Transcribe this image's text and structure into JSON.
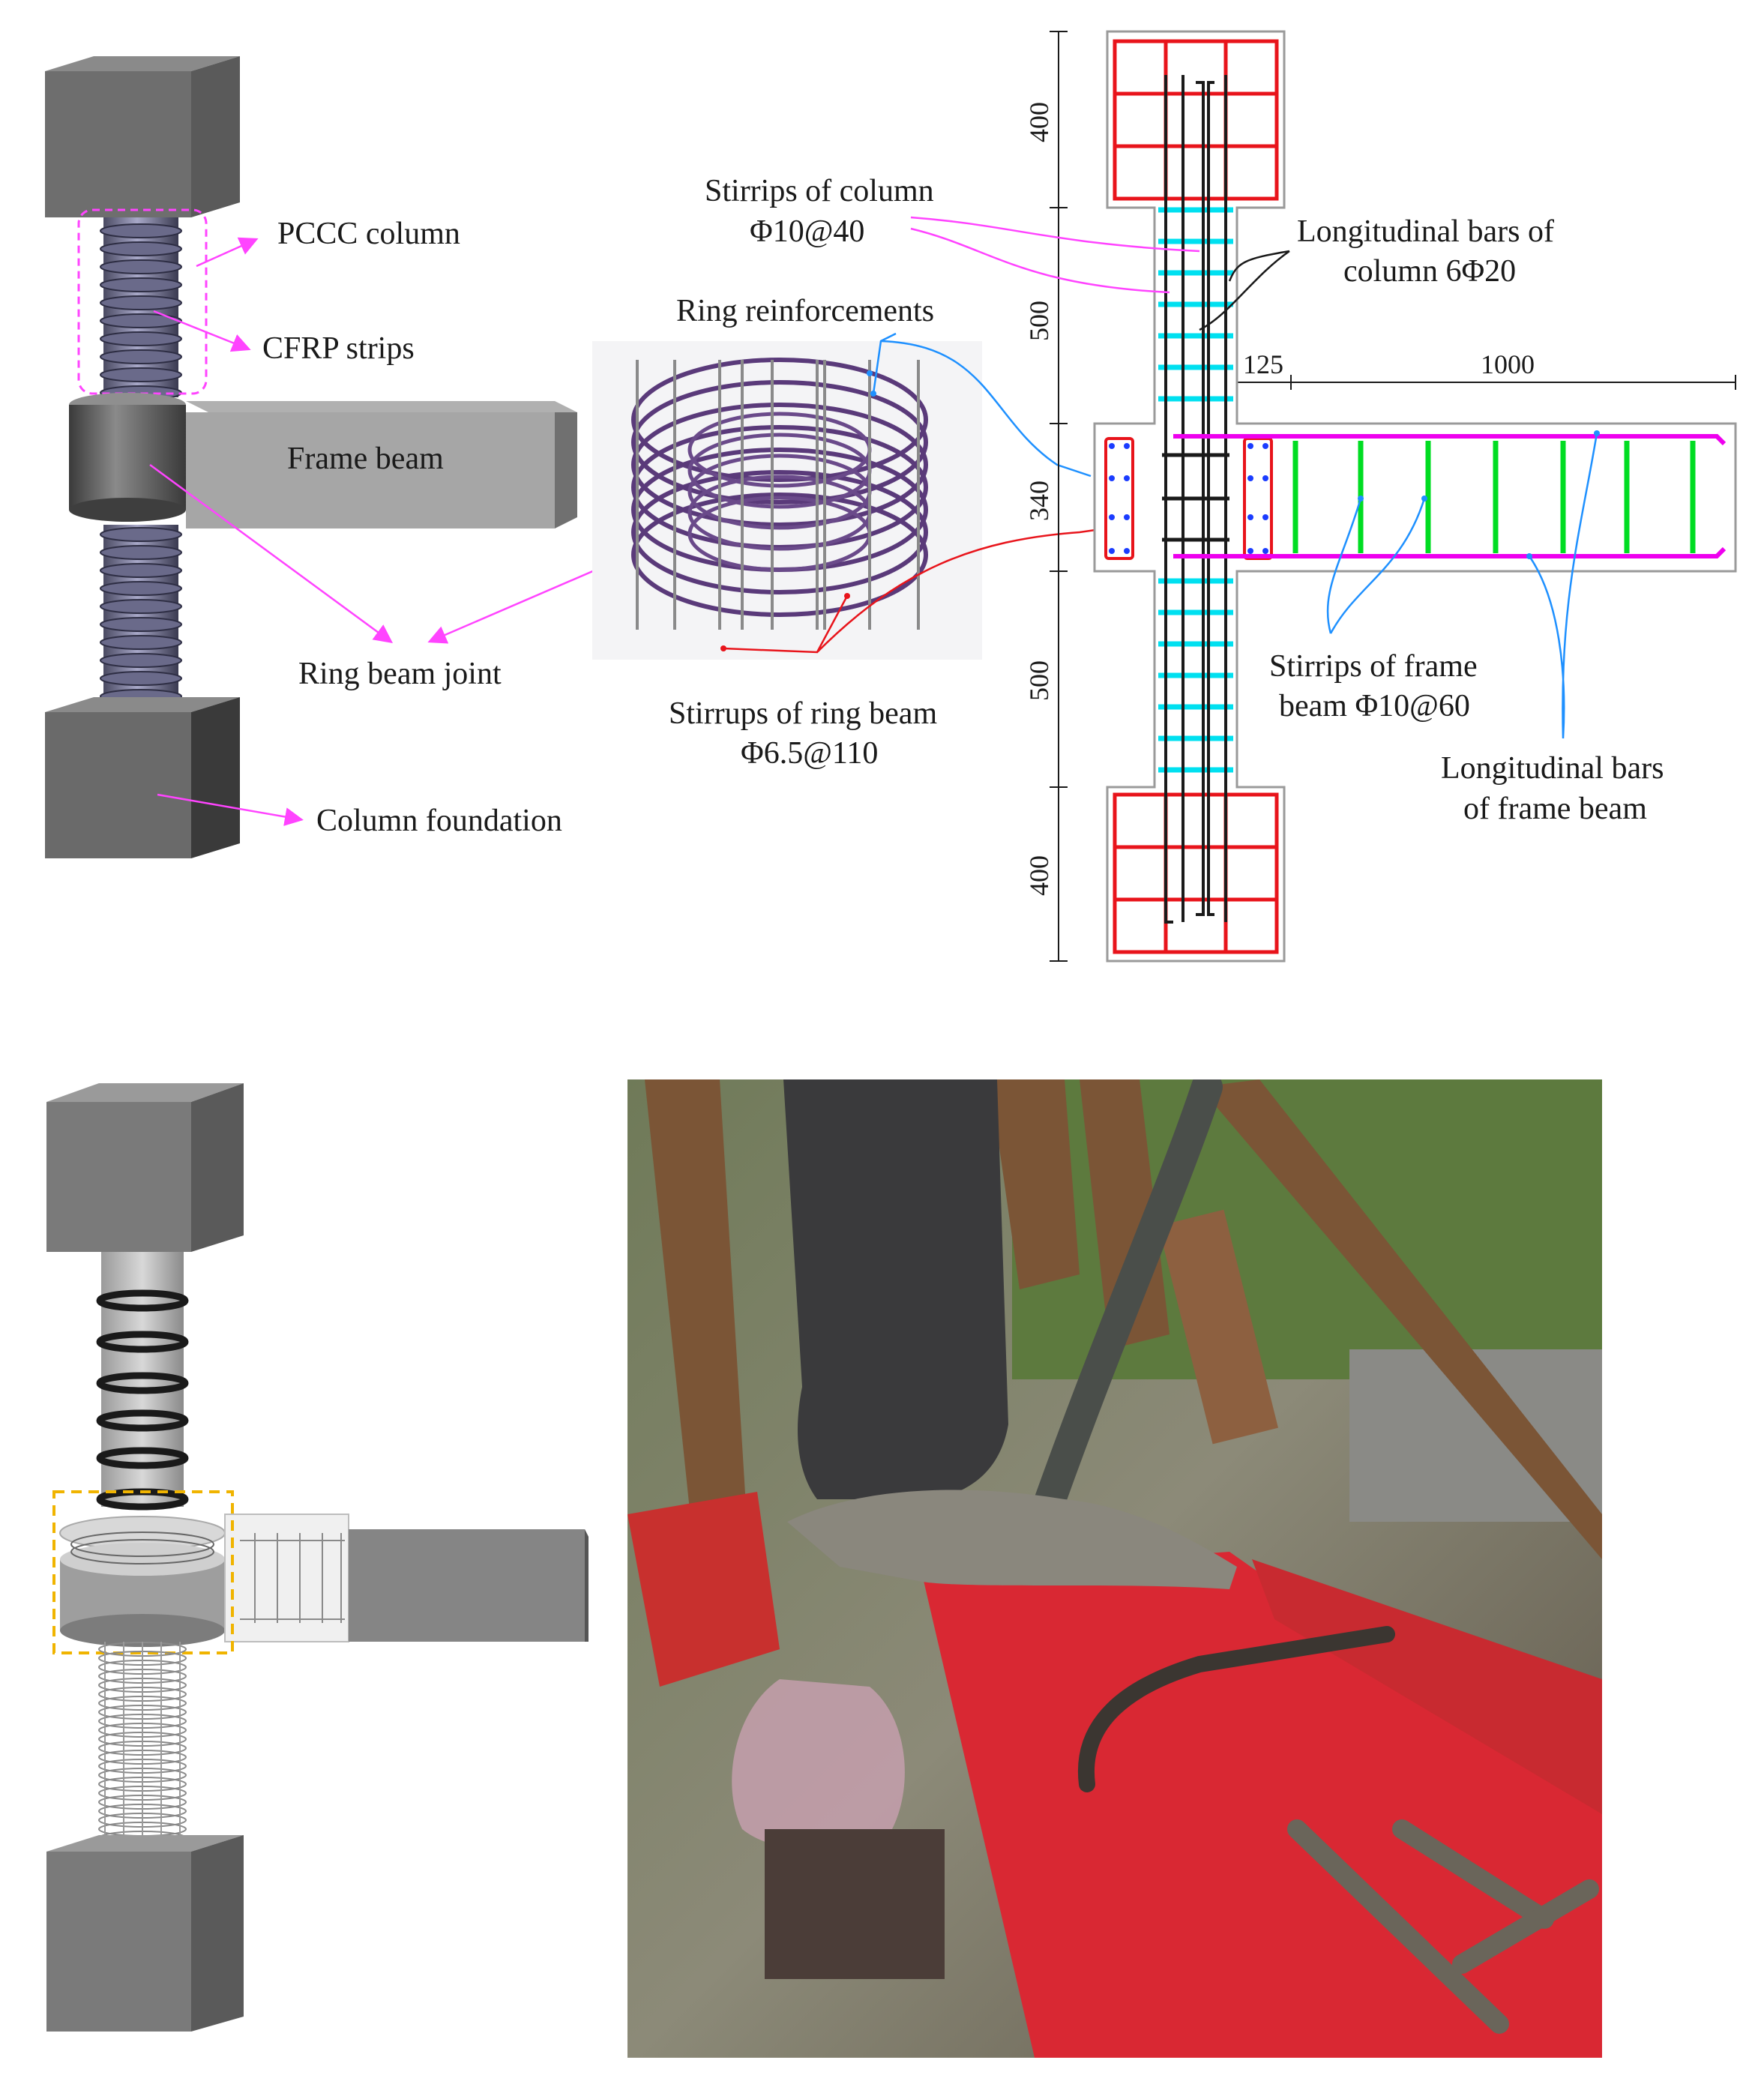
{
  "panel_a": {
    "labels": {
      "pccc_column": "PCCC column",
      "cfrp_strips": "CFRP strips",
      "frame_beam": "Frame beam",
      "ring_beam_joint": "Ring beam joint",
      "column_foundation": "Column foundation"
    }
  },
  "panel_b": {
    "labels": {
      "ring_reinforcements": "Ring reinforcements",
      "stirrups_ring_beam_line1": "Stirrups of ring beam",
      "stirrups_ring_beam_line2": "Φ6.5@110"
    }
  },
  "panel_c": {
    "labels": {
      "stirrups_column_line1": "Stirrips of column",
      "stirrups_column_line2": "Φ10@40",
      "long_bars_column_line1": "Longitudinal bars of",
      "long_bars_column_line2": "column 6Φ20",
      "stirrups_frame_beam_line1": "Stirrips of frame",
      "stirrups_frame_beam_line2": "beam Φ10@60",
      "long_bars_beam_line1": "Longitudinal bars",
      "long_bars_beam_line2": "of frame beam"
    },
    "dimensions": {
      "top_block": "400",
      "upper_column": "500",
      "joint": "340",
      "lower_column": "500",
      "bottom_block": "400",
      "beam_offset": "125",
      "beam_length": "1000"
    }
  },
  "colors": {
    "rebar_red": "#e8141b",
    "stirrup_cyan": "#00e0f0",
    "stirrup_green": "#00dd22",
    "beam_bar_magenta": "#ee00ee",
    "ring_purple": "#5a3a7a",
    "leader_pink": "#ff44ff",
    "leader_blue": "#1e90ff",
    "box_yellow": "#f0b400"
  }
}
